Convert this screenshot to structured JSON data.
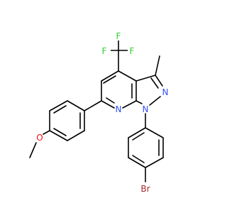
{
  "molecule": {
    "atoms": {
      "F1": {
        "text": "F",
        "color": "#33CC33"
      },
      "F2": {
        "text": "F",
        "color": "#33CC33"
      },
      "F3": {
        "text": "F",
        "color": "#33CC33"
      },
      "N_ring": {
        "text": "N",
        "color": "#3050F8"
      },
      "N_pyrazole_upper": {
        "text": "N",
        "color": "#3050F8"
      },
      "N_pyrazole_lower": {
        "text": "N",
        "color": "#3050F8"
      },
      "O": {
        "text": "O",
        "color": "#FF0D0D"
      },
      "Br": {
        "text": "Br",
        "color": "#A62929"
      }
    },
    "bond_color": "#000000"
  }
}
